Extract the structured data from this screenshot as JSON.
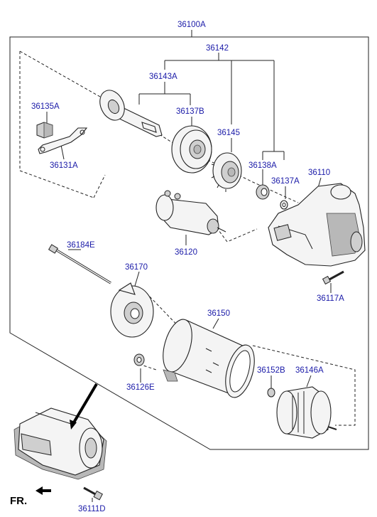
{
  "labels": {
    "p36100A": "36100A",
    "p36142": "36142",
    "p36143A": "36143A",
    "p36135A": "36135A",
    "p36137B": "36137B",
    "p36145": "36145",
    "p36131A": "36131A",
    "p36138A": "36138A",
    "p36137A": "36137A",
    "p36110": "36110",
    "p36120": "36120",
    "p36184E": "36184E",
    "p36170": "36170",
    "p36117A": "36117A",
    "p36150": "36150",
    "p36152B": "36152B",
    "p36146A": "36146A",
    "p36126E": "36126E",
    "p36111D": "36111D"
  },
  "direction": "FR.",
  "colors": {
    "label": "#1a1aa8",
    "line": "#222222"
  },
  "icons": {
    "direction_arrow": "arrow-left-icon"
  }
}
